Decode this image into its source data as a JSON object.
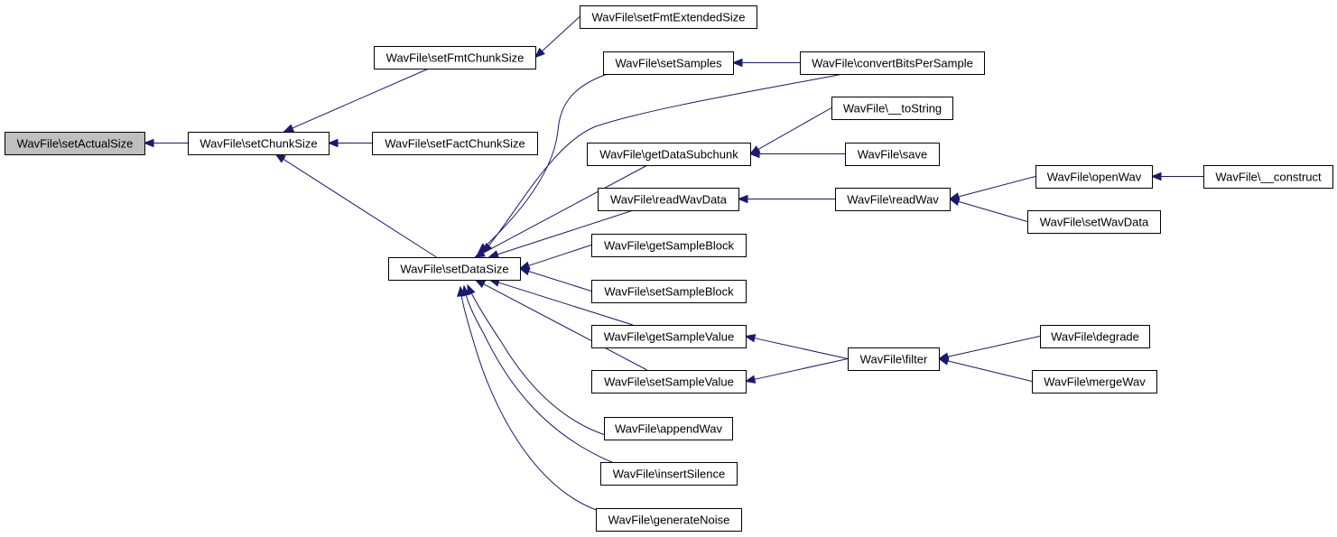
{
  "diagram": {
    "colors": {
      "edge": "#191970",
      "root_fill": "#bfbfbf",
      "node_fill": "#ffffff",
      "border": "#000000"
    },
    "nodes": [
      {
        "id": "setActualSize",
        "label": "WavFile\\setActualSize",
        "root": true
      },
      {
        "id": "setChunkSize",
        "label": "WavFile\\setChunkSize"
      },
      {
        "id": "setFmtChunkSize",
        "label": "WavFile\\setFmtChunkSize"
      },
      {
        "id": "setFactChunkSize",
        "label": "WavFile\\setFactChunkSize"
      },
      {
        "id": "setDataSize",
        "label": "WavFile\\setDataSize"
      },
      {
        "id": "setFmtExtendedSize",
        "label": "WavFile\\setFmtExtendedSize"
      },
      {
        "id": "setSamples",
        "label": "WavFile\\setSamples"
      },
      {
        "id": "convertBitsPerSample",
        "label": "WavFile\\convertBitsPerSample"
      },
      {
        "id": "toString",
        "label": "WavFile\\__toString"
      },
      {
        "id": "getDataSubchunk",
        "label": "WavFile\\getDataSubchunk"
      },
      {
        "id": "save",
        "label": "WavFile\\save"
      },
      {
        "id": "readWavData",
        "label": "WavFile\\readWavData"
      },
      {
        "id": "readWav",
        "label": "WavFile\\readWav"
      },
      {
        "id": "openWav",
        "label": "WavFile\\openWav"
      },
      {
        "id": "construct",
        "label": "WavFile\\__construct"
      },
      {
        "id": "setWavData",
        "label": "WavFile\\setWavData"
      },
      {
        "id": "getSampleBlock",
        "label": "WavFile\\getSampleBlock"
      },
      {
        "id": "setSampleBlock",
        "label": "WavFile\\setSampleBlock"
      },
      {
        "id": "getSampleValue",
        "label": "WavFile\\getSampleValue"
      },
      {
        "id": "setSampleValue",
        "label": "WavFile\\setSampleValue"
      },
      {
        "id": "filter",
        "label": "WavFile\\filter"
      },
      {
        "id": "degrade",
        "label": "WavFile\\degrade"
      },
      {
        "id": "mergeWav",
        "label": "WavFile\\mergeWav"
      },
      {
        "id": "appendWav",
        "label": "WavFile\\appendWav"
      },
      {
        "id": "insertSilence",
        "label": "WavFile\\insertSilence"
      },
      {
        "id": "generateNoise",
        "label": "WavFile\\generateNoise"
      }
    ],
    "edges": [
      {
        "from": "setChunkSize",
        "to": "setActualSize"
      },
      {
        "from": "setFmtChunkSize",
        "to": "setChunkSize"
      },
      {
        "from": "setFactChunkSize",
        "to": "setChunkSize"
      },
      {
        "from": "setDataSize",
        "to": "setChunkSize"
      },
      {
        "from": "setFmtExtendedSize",
        "to": "setFmtChunkSize"
      },
      {
        "from": "setSamples",
        "to": "setDataSize"
      },
      {
        "from": "convertBitsPerSample",
        "to": "setSamples"
      },
      {
        "from": "convertBitsPerSample",
        "to": "setDataSize"
      },
      {
        "from": "getDataSubchunk",
        "to": "setDataSize"
      },
      {
        "from": "toString",
        "to": "getDataSubchunk"
      },
      {
        "from": "save",
        "to": "getDataSubchunk"
      },
      {
        "from": "readWavData",
        "to": "setDataSize"
      },
      {
        "from": "readWav",
        "to": "readWavData"
      },
      {
        "from": "openWav",
        "to": "readWav"
      },
      {
        "from": "construct",
        "to": "openWav"
      },
      {
        "from": "setWavData",
        "to": "readWav"
      },
      {
        "from": "getSampleBlock",
        "to": "setDataSize"
      },
      {
        "from": "setSampleBlock",
        "to": "setDataSize"
      },
      {
        "from": "getSampleValue",
        "to": "setDataSize"
      },
      {
        "from": "setSampleValue",
        "to": "setDataSize"
      },
      {
        "from": "filter",
        "to": "getSampleValue"
      },
      {
        "from": "filter",
        "to": "setSampleValue"
      },
      {
        "from": "degrade",
        "to": "filter"
      },
      {
        "from": "mergeWav",
        "to": "filter"
      },
      {
        "from": "appendWav",
        "to": "setDataSize"
      },
      {
        "from": "insertSilence",
        "to": "setDataSize"
      },
      {
        "from": "generateNoise",
        "to": "setDataSize"
      }
    ]
  }
}
